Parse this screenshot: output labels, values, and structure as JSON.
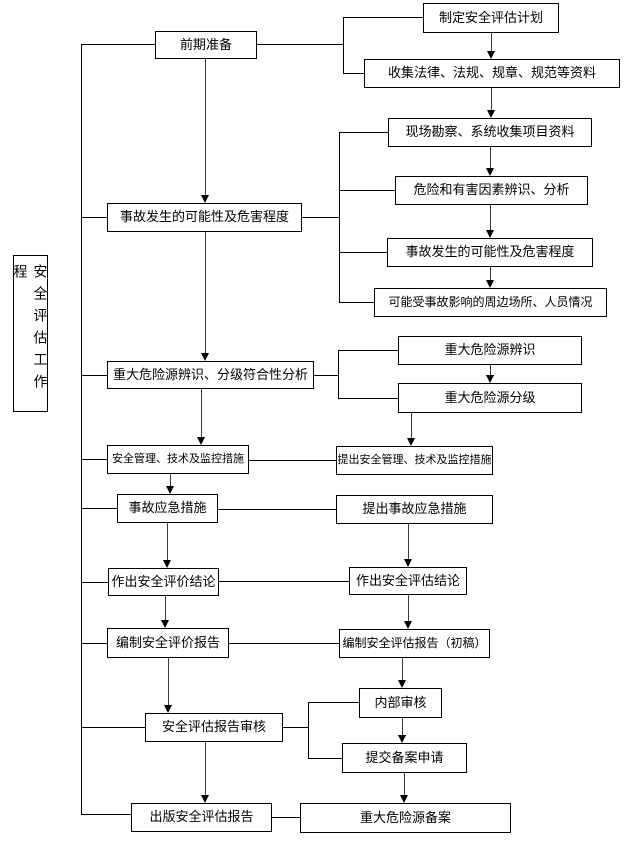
{
  "diagram": {
    "sidebar_label": "安全评估工作程",
    "colors": {
      "line": "#000000",
      "background": "#ffffff"
    },
    "nodes": {
      "l1": "前期准备",
      "l2": "事故发生的可能性及危害程度",
      "l3": "重大危险源辨识、分级符合性分析",
      "l4": "安全管理、技术及监控措施",
      "l5": "事故应急措施",
      "l6": "作出安全评价结论",
      "l7": "编制安全评价报告",
      "l8": "安全评估报告审核",
      "l9": "出版安全评估报告",
      "r1": "制定安全评估计划",
      "r2": "收集法律、法规、规章、规范等资料",
      "r3": "现场勘察、系统收集项目资料",
      "r4": "危险和有害因素辨识、分析",
      "r5": "事故发生的可能性及危害程度",
      "r6": "可能受事故影响的周边场所、人员情况",
      "r7": "重大危险源辨识",
      "r8": "重大危险源分级",
      "r9": "提出安全管理、技术及监控措施",
      "r10": "提出事故应急措施",
      "r11": "作出安全评估结论",
      "r12": "编制安全评估报告（初稿）",
      "r13": "内部审核",
      "r14": "提交备案申请",
      "r15": "重大危险源备案"
    }
  }
}
